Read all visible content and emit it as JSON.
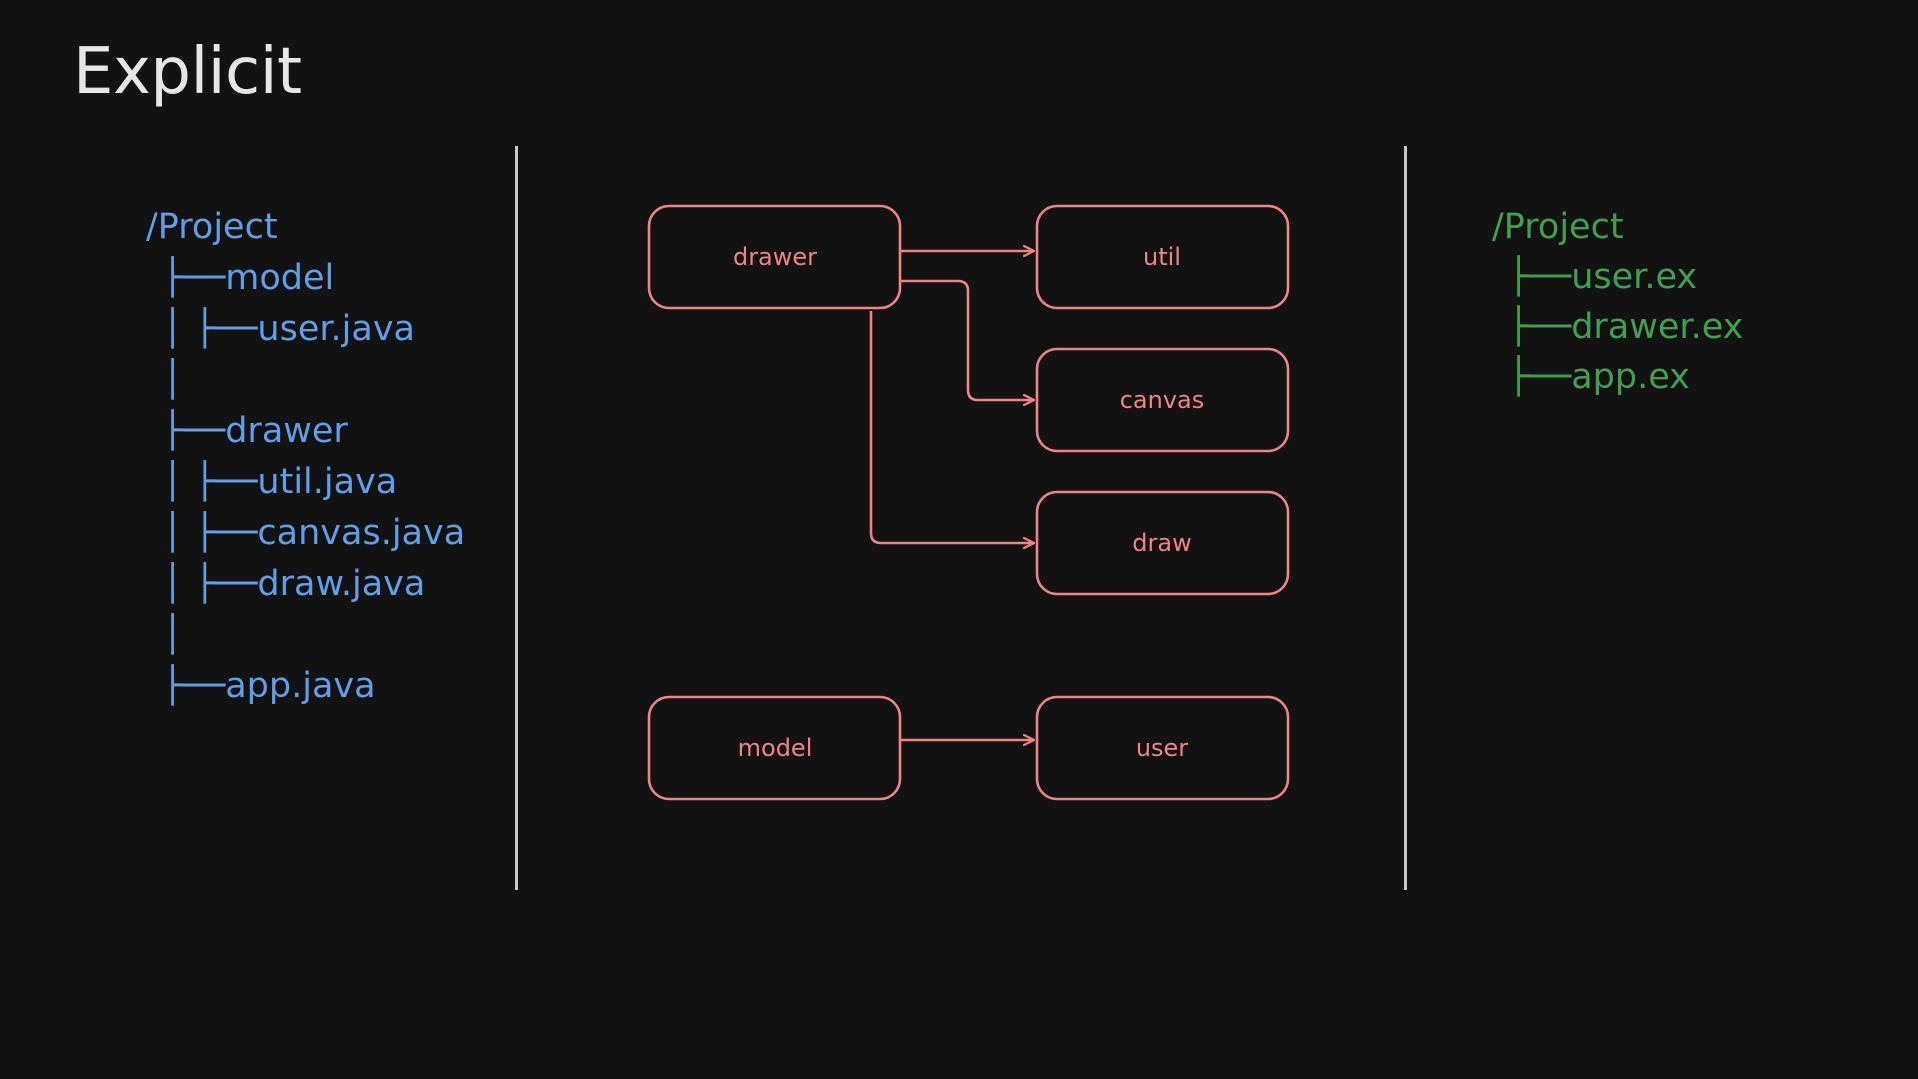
{
  "slide": {
    "title": "Explicit"
  },
  "colors": {
    "background": "#121212",
    "title": "#e6e6e6",
    "java_tree": "#5f9ee8",
    "elixir_tree": "#3fa14e",
    "graph": "#f28383",
    "divider": "#c9c9c9"
  },
  "java_tree": {
    "root": "/Project",
    "rows": [
      {
        "prefix": "├──",
        "name": "model"
      },
      {
        "prefix": "│   ├──",
        "name": "user.java"
      },
      {
        "prefix": "│",
        "name": ""
      },
      {
        "prefix": "├──",
        "name": "drawer"
      },
      {
        "prefix": "│   ├──",
        "name": "util.java"
      },
      {
        "prefix": "│   ├──",
        "name": "canvas.java"
      },
      {
        "prefix": "│   ├──",
        "name": "draw.java"
      },
      {
        "prefix": "│",
        "name": ""
      },
      {
        "prefix": "├──",
        "name": "app.java"
      }
    ]
  },
  "graph": {
    "nodes": {
      "drawer": "drawer",
      "util": "util",
      "canvas": "canvas",
      "draw": "draw",
      "model": "model",
      "user": "user"
    },
    "edges": [
      {
        "from": "drawer",
        "to": "util"
      },
      {
        "from": "drawer",
        "to": "canvas"
      },
      {
        "from": "drawer",
        "to": "draw"
      },
      {
        "from": "model",
        "to": "user"
      }
    ]
  },
  "elixir_tree": {
    "root": "/Project",
    "rows": [
      {
        "prefix": "├──",
        "name": "user.ex"
      },
      {
        "prefix": "├──",
        "name": "drawer.ex"
      },
      {
        "prefix": "├──",
        "name": "app.ex"
      }
    ]
  }
}
